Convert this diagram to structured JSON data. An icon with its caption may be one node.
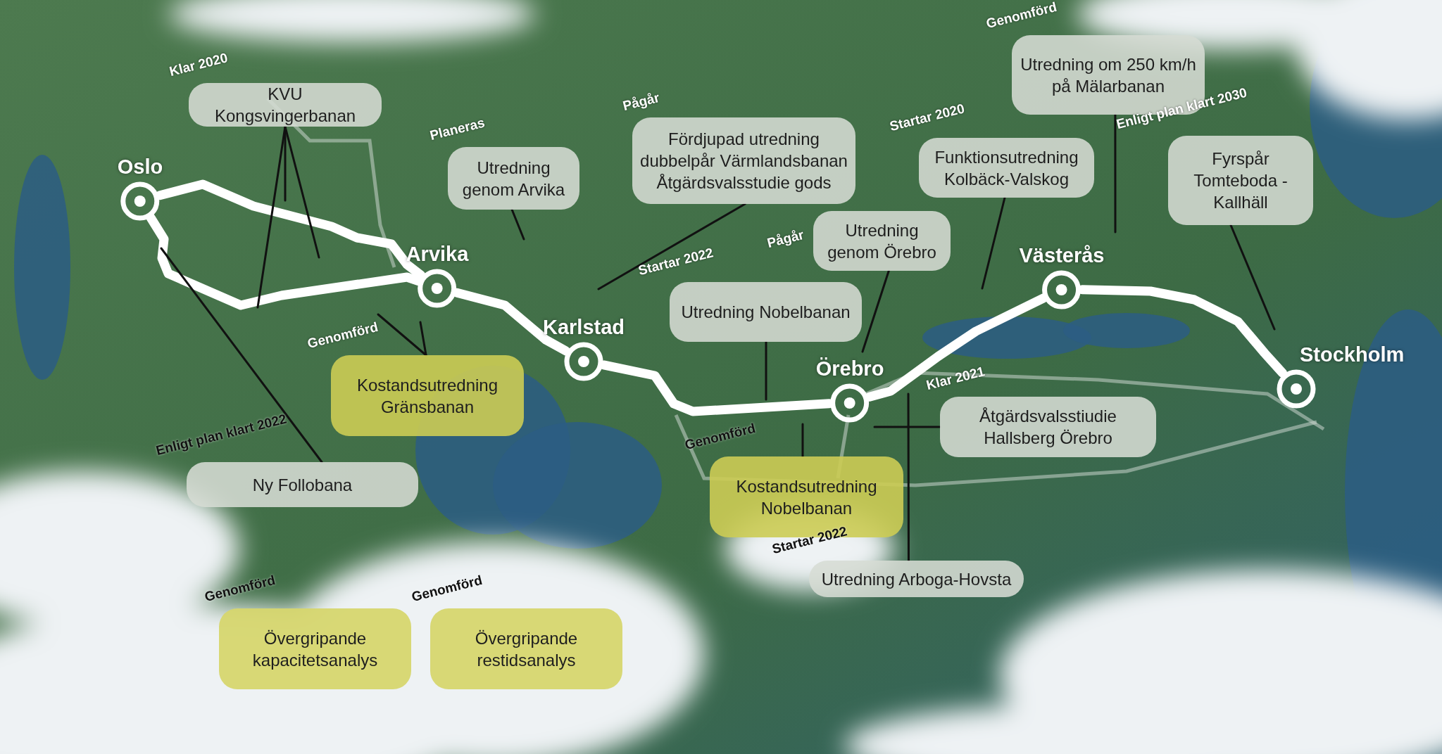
{
  "diagram": {
    "nodes": [
      {
        "text": [
          "Oslo"
        ]
      },
      {
        "text": [
          "Arvika"
        ]
      },
      {
        "text": [
          "Karlstad"
        ]
      },
      {
        "text": [
          "Örebro"
        ]
      },
      {
        "text": [
          "Västerås"
        ]
      },
      {
        "text": [
          "Stockholm"
        ]
      },
      {
        "text": [
          "KVU Kongsvingerbanan"
        ],
        "beside": [
          "Klar 2020"
        ]
      },
      {
        "text": [
          "Utredning om 250 km/h på Mälarbanan"
        ],
        "beside": [
          "Genomförd"
        ]
      },
      {
        "text": [
          "Fördjupad utredning dubbelpår Värmlandsbanan Åtgärdsvalsstudie gods"
        ],
        "beside": [
          "Pågår"
        ]
      },
      {
        "text": [
          "Fyrspår Tomteboda - Kallhäll"
        ],
        "beside": [
          "Enligt plan klart 2030"
        ]
      },
      {
        "text": [
          "Funktionsutredning Kolbäck-Valskog"
        ],
        "beside": [
          "Startar 2020"
        ]
      },
      {
        "text": [
          "Utredning genom Arvika"
        ],
        "beside": [
          "Planeras"
        ]
      },
      {
        "text": [
          "Utredning genom Örebro"
        ],
        "beside": [
          "Pågår"
        ]
      },
      {
        "text": [
          "Utredning Nobelbanan"
        ],
        "beside": [
          "Startar 2022"
        ]
      },
      {
        "text": [
          "Kostandsutredning Gränsbanan"
        ],
        "beside": [
          "Genomförd"
        ]
      },
      {
        "text": [
          "Åtgärdsvalsstiudie Hallsberg Örebro"
        ],
        "beside": [
          "Klar 2021"
        ]
      },
      {
        "text": [
          "Kostandsutredning Nobelbanan"
        ],
        "beside": [
          "Genomförd"
        ]
      },
      {
        "text": [
          "Ny Follobana"
        ],
        "beside": [
          "Enligt plan klart 2022"
        ]
      },
      {
        "text": [
          "Utredning Arboga-Hovsta"
        ],
        "beside": [
          "Startar 2022"
        ]
      },
      {
        "text": [
          "Övergripande kapacitetsanalys"
        ],
        "beside": [
          "Genomförd"
        ]
      },
      {
        "text": [
          "Övergripande restidsanalys"
        ],
        "beside": [
          "Genomförd"
        ]
      }
    ],
    "edges": [
      {
        "from": 0,
        "to": 1,
        "arrow": "none",
        "style": "thick",
        "color": "#ffffff"
      },
      {
        "from": 0,
        "to": 1,
        "arrow": "none",
        "style": "thick",
        "color": "#ffffff"
      },
      {
        "from": 1,
        "to": 2,
        "arrow": "none",
        "style": "thick",
        "color": "#ffffff"
      },
      {
        "from": 2,
        "to": 3,
        "arrow": "none",
        "style": "thick",
        "color": "#ffffff"
      },
      {
        "from": 3,
        "to": 4,
        "arrow": "none",
        "style": "thick",
        "color": "#ffffff"
      },
      {
        "from": 4,
        "to": 5,
        "arrow": "none",
        "style": "thick",
        "color": "#ffffff"
      },
      {
        "from": 6,
        "to": null,
        "arrow": "none"
      },
      {
        "from": 6,
        "to": null,
        "arrow": "none"
      },
      {
        "from": 6,
        "to": null,
        "arrow": "none"
      },
      {
        "from": 7,
        "to": null,
        "arrow": "none"
      },
      {
        "from": 8,
        "to": null,
        "arrow": "none"
      },
      {
        "from": 9,
        "to": null,
        "arrow": "none"
      },
      {
        "from": 10,
        "to": null,
        "arrow": "none"
      },
      {
        "from": 11,
        "to": null,
        "arrow": "none"
      },
      {
        "from": 12,
        "to": 3,
        "arrow": "none"
      },
      {
        "from": 13,
        "to": null,
        "arrow": "none"
      },
      {
        "from": 14,
        "to": null,
        "arrow": "none"
      },
      {
        "from": 14,
        "to": null,
        "arrow": "none"
      },
      {
        "from": 15,
        "to": null,
        "arrow": "none"
      },
      {
        "from": 16,
        "to": null,
        "arrow": "none"
      },
      {
        "from": 17,
        "to": null,
        "arrow": "none"
      },
      {
        "from": 18,
        "to": null,
        "arrow": "none"
      }
    ]
  }
}
